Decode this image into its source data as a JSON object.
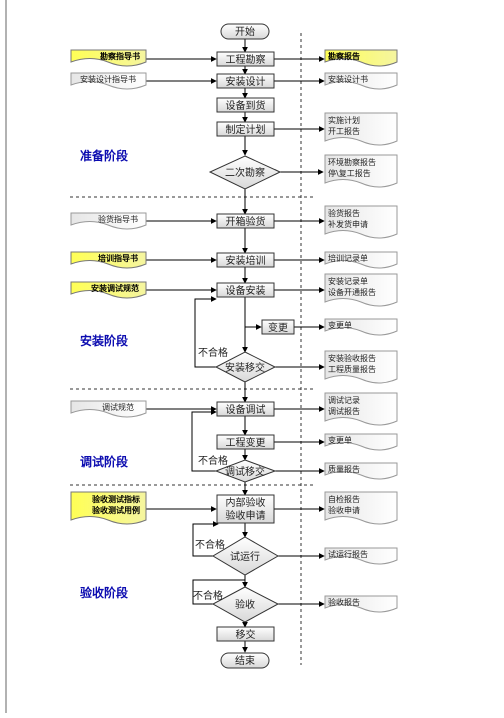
{
  "terminators": {
    "start": "开始",
    "end": "结束"
  },
  "processes": {
    "site_survey": "工程勘察",
    "install_design": "安装设计",
    "equipment_arrival": "设备到货",
    "make_plan": "制定计划",
    "unpack_inspect": "开箱验货",
    "install_training": "安装培训",
    "equipment_install": "设备安装",
    "change": "变更",
    "equipment_debug": "设备调试",
    "engineering_change": "工程变更",
    "internal_acceptance_1": "内部验收",
    "internal_acceptance_2": "验收申请",
    "handover": "移交"
  },
  "decisions": {
    "second_survey": "二次勘察",
    "install_handover": "安装移交",
    "debug_handover": "调试移交",
    "trial_run": "试运行",
    "acceptance": "验收"
  },
  "fail_labels": [
    "不合格",
    "不合格",
    "不合格",
    "不合格"
  ],
  "stages": [
    "准备阶段",
    "安装阶段",
    "调试阶段",
    "验收阶段"
  ],
  "left_docs": [
    "勘察指导书",
    "安装设计指导书",
    "验货指导书",
    "培训指导书",
    "安装调试规范",
    "调试规范",
    "验收测试指标",
    "验收测试用例"
  ],
  "right_docs": [
    "勘察报告",
    "安装设计书",
    "实施计划",
    "开工报告",
    "环境勘察报告",
    "停\\复工报告",
    "验货报告",
    "补发货申请",
    "培训记录单",
    "安装记录单",
    "设备开通报告",
    "变更单",
    "安装验收报告",
    "工程质量报告",
    "调试记录",
    "调试报告",
    "变更单",
    "质量报告",
    "自检报告",
    "验收申请",
    "试运行报告",
    "验收报告"
  ]
}
